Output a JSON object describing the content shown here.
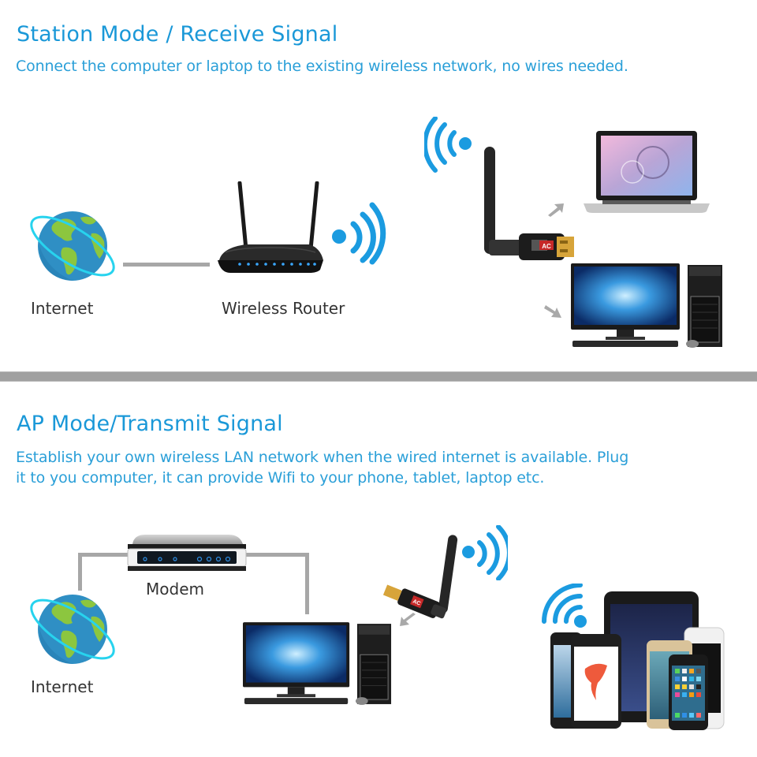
{
  "station_mode": {
    "title": "Station Mode / Receive Signal",
    "description": "Connect the computer or laptop to the existing wireless network, no wires needed.",
    "nodes": {
      "internet_label": "Internet",
      "router_label": "Wireless Router"
    },
    "usb_adapter_badge": "AC",
    "targets": [
      "laptop",
      "desktop-computer"
    ]
  },
  "ap_mode": {
    "title": "AP Mode/Transmit Signal",
    "description_line1": "Establish your own wireless LAN network when the wired internet is available. Plug",
    "description_line2": "it to you computer, it can provide Wifi to your phone, tablet, laptop etc.",
    "nodes": {
      "modem_label": "Modem",
      "internet_label": "Internet"
    },
    "usb_adapter_badge": "AC",
    "targets": [
      "tablet",
      "smartphones"
    ]
  },
  "colors": {
    "title_blue": "#1a98d8",
    "wifi_blue": "#1b9be0",
    "cable_gray": "#a7a7a7",
    "divider_gray": "#a0a0a0",
    "globe_ocean": "#2f8fc4",
    "globe_land": "#8cc63f",
    "orbit_cyan": "#27d3ee",
    "label_text": "#333333"
  },
  "icons": {
    "wifi": "wifi-signal-icon",
    "arrow": "gray-arrow-icon"
  }
}
